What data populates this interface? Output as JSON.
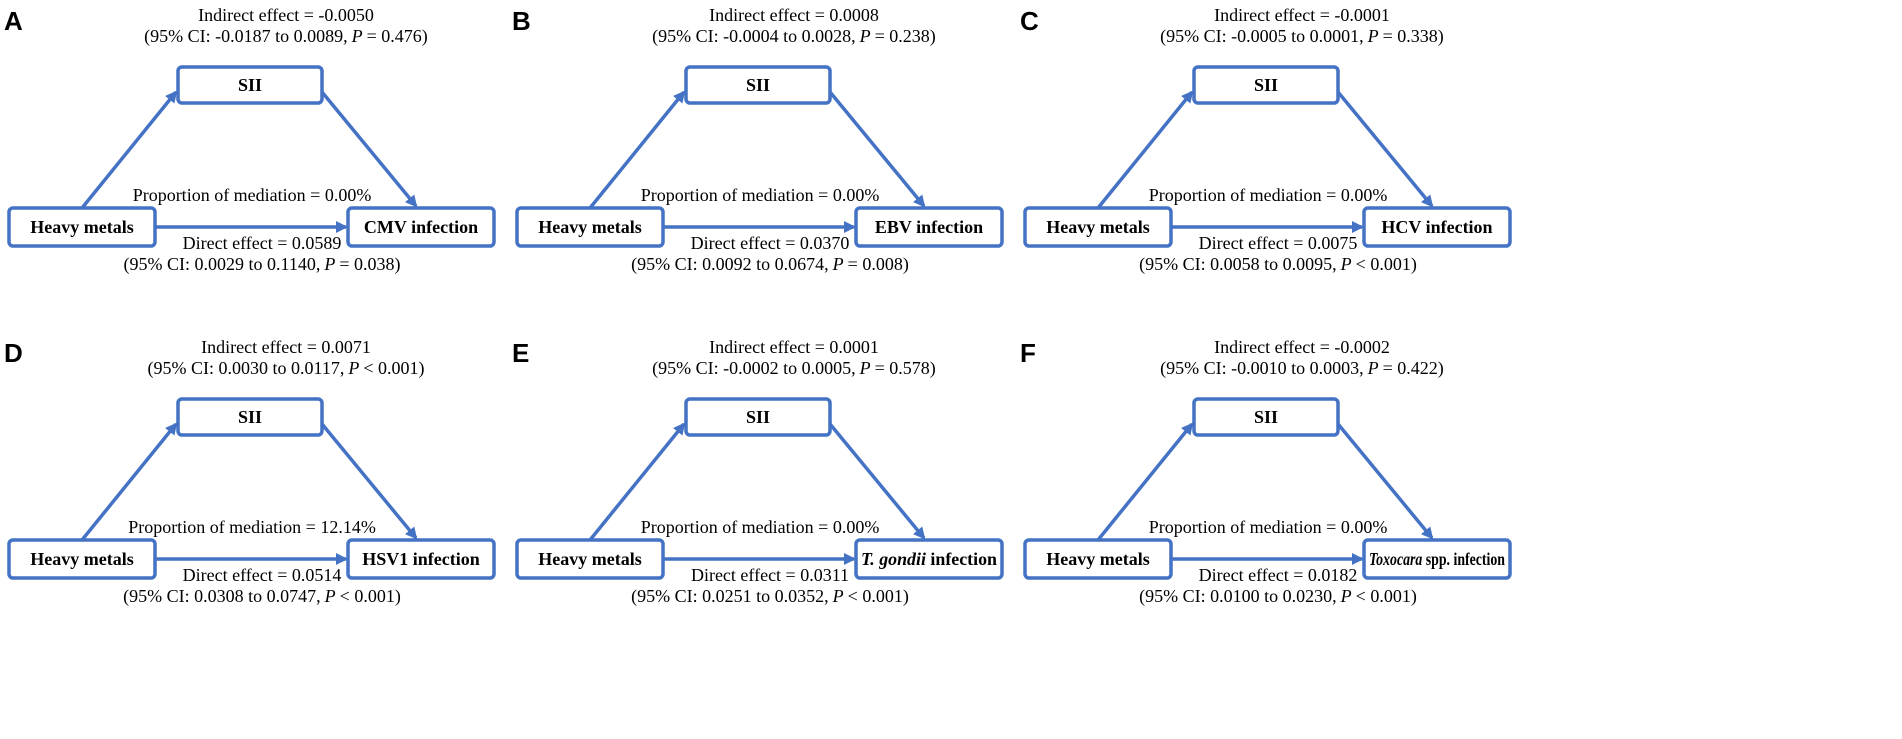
{
  "style": {
    "line_color": "#4472c4",
    "text_color": "#000000",
    "background": "#ffffff"
  },
  "panels": [
    {
      "letter": "A",
      "indirect_line": "Indirect effect = -0.0050",
      "indirect_ci": {
        "range": "(95% CI: -0.0187 to 0.0089,",
        "p_label": "P",
        "p_value": "= 0.476)"
      },
      "proportion": "Proportion of mediation = 0.00%",
      "direct_line": "Direct effect = 0.0589",
      "direct_ci": {
        "range": "(95% CI: 0.0029 to 0.1140,",
        "p_label": "P",
        "p_value": "= 0.038)"
      },
      "mediator": "SII",
      "exposure": "Heavy metals",
      "outcome": {
        "italic": "",
        "plain": "CMV infection"
      }
    },
    {
      "letter": "B",
      "indirect_line": "Indirect effect = 0.0008",
      "indirect_ci": {
        "range": "(95% CI: -0.0004 to 0.0028,",
        "p_label": "P",
        "p_value": "= 0.238)"
      },
      "proportion": "Proportion of mediation = 0.00%",
      "direct_line": "Direct effect = 0.0370",
      "direct_ci": {
        "range": "(95% CI: 0.0092 to 0.0674,",
        "p_label": "P",
        "p_value": "= 0.008)"
      },
      "mediator": "SII",
      "exposure": "Heavy metals",
      "outcome": {
        "italic": "",
        "plain": "EBV infection"
      }
    },
    {
      "letter": "C",
      "indirect_line": "Indirect effect = -0.0001",
      "indirect_ci": {
        "range": "(95% CI: -0.0005 to 0.0001,",
        "p_label": "P",
        "p_value": "= 0.338)"
      },
      "proportion": "Proportion of mediation = 0.00%",
      "direct_line": "Direct effect = 0.0075",
      "direct_ci": {
        "range": "(95% CI: 0.0058 to 0.0095,",
        "p_label": "P",
        "p_value": "< 0.001)"
      },
      "mediator": "SII",
      "exposure": "Heavy metals",
      "outcome": {
        "italic": "",
        "plain": "HCV infection"
      }
    },
    {
      "letter": "D",
      "indirect_line": "Indirect effect = 0.0071",
      "indirect_ci": {
        "range": "(95% CI: 0.0030 to 0.0117,",
        "p_label": "P",
        "p_value": "< 0.001)"
      },
      "proportion": "Proportion of mediation = 12.14%",
      "direct_line": "Direct effect = 0.0514",
      "direct_ci": {
        "range": "(95% CI: 0.0308 to 0.0747,",
        "p_label": "P",
        "p_value": "< 0.001)"
      },
      "mediator": "SII",
      "exposure": "Heavy metals",
      "outcome": {
        "italic": "",
        "plain": "HSV1 infection"
      }
    },
    {
      "letter": "E",
      "indirect_line": "Indirect effect = 0.0001",
      "indirect_ci": {
        "range": "(95% CI: -0.0002 to 0.0005,",
        "p_label": "P",
        "p_value": "= 0.578)"
      },
      "proportion": "Proportion of mediation = 0.00%",
      "direct_line": "Direct effect = 0.0311",
      "direct_ci": {
        "range": "(95% CI: 0.0251 to 0.0352,",
        "p_label": "P",
        "p_value": "< 0.001)"
      },
      "mediator": "SII",
      "exposure": "Heavy metals",
      "outcome": {
        "italic": "T. gondii",
        "plain": " infection"
      }
    },
    {
      "letter": "F",
      "indirect_line": "Indirect effect = -0.0002",
      "indirect_ci": {
        "range": "(95% CI: -0.0010 to 0.0003,",
        "p_label": "P",
        "p_value": "= 0.422)"
      },
      "proportion": "Proportion of mediation = 0.00%",
      "direct_line": "Direct effect = 0.0182",
      "direct_ci": {
        "range": "(95% CI: 0.0100 to 0.0230,",
        "p_label": "P",
        "p_value": "< 0.001)"
      },
      "mediator": "SII",
      "exposure": "Heavy metals",
      "outcome": {
        "italic": "Toxocara",
        "plain": " spp. infection"
      }
    }
  ]
}
